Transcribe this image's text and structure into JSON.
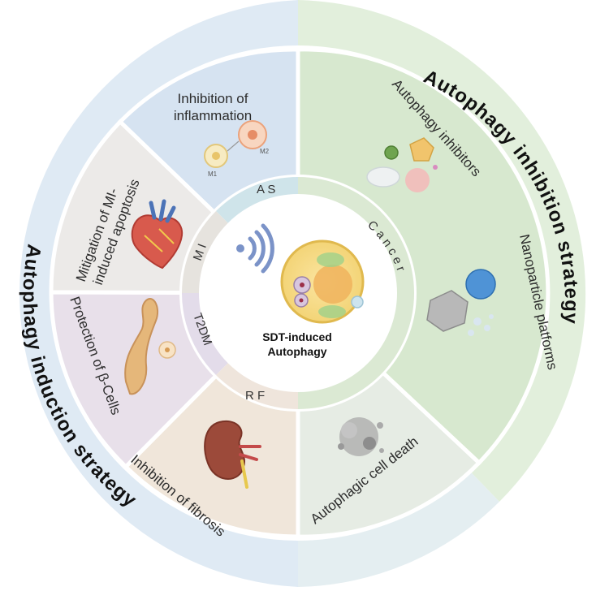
{
  "diagram": {
    "center": {
      "line1": "SDT-induced",
      "line2": "Autophagy"
    },
    "strategies": {
      "inhibition": "Autophagy inhibition strategy",
      "induction": "Autophagy induction strategy"
    },
    "inner_ring": {
      "as": "A S",
      "mi": "M I",
      "t2dm": "T2DM",
      "rf": "R F",
      "cancer": "C a n c e r"
    },
    "segments": {
      "inflammation": [
        "Inhibition of",
        "inflammation"
      ],
      "macrophage_m1": "M1",
      "macrophage_m2": "M2",
      "apoptosis": [
        "Mitigation of MI-",
        "induced apoptosis"
      ],
      "beta_cells": "Protection of β-Cells",
      "fibrosis": "Inhibition of fibrosis",
      "autophagic_death": "Autophagic cell death",
      "autophagy_inhibitors": "Autophagy inhibitors",
      "nanoparticles": "Nanoparticle platforms"
    },
    "colors": {
      "outer_blue": "#dfeaf4",
      "outer_green": "#e2efdc",
      "inflammation": "#d6e3f1",
      "apoptosis": "#eceae8",
      "beta": "#e8e0ea",
      "fibrosis": "#f0e6da",
      "death": "#e6ece4",
      "cancer": "#d7e8cf"
    }
  }
}
